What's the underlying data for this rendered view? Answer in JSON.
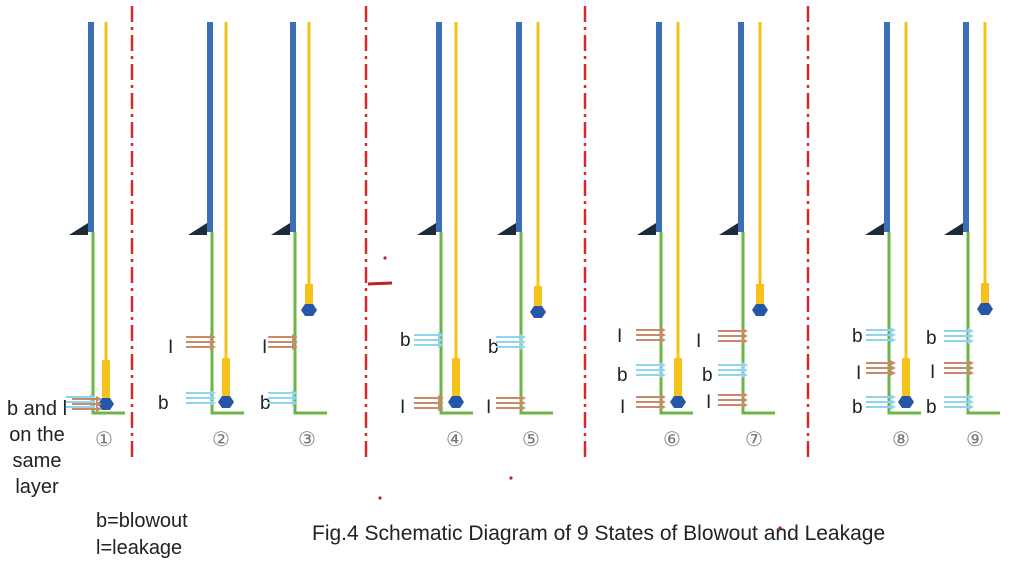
{
  "diagram": {
    "states": [
      {
        "label": "①"
      },
      {
        "label": "②"
      },
      {
        "label": "③"
      },
      {
        "label": "④"
      },
      {
        "label": "⑤"
      },
      {
        "label": "⑥"
      },
      {
        "label": "⑦"
      },
      {
        "label": "⑧"
      },
      {
        "label": "⑨"
      }
    ],
    "marker_b": "b",
    "marker_l": "l",
    "marker_l_upper": "I",
    "same_layer_note": "b and l on the same layer",
    "same_layer_note_lines": [
      "b and l",
      "on the",
      "same",
      "layer"
    ],
    "legend": [
      "b=blowout",
      "l=leakage"
    ],
    "caption": "Fig.4 Schematic Diagram of 9 States of Blowout and Leakage",
    "colors": {
      "casing_blue": "#3b6fb6",
      "pipe_yellow": "#f5c21b",
      "wall_green": "#6bb544",
      "tool_blue": "#2556a8",
      "flow_blue": "#8fd4f0",
      "flow_brown": "#c98a6a",
      "divider_red": "#d42a2a",
      "shoe_black": "#1d2a3a"
    }
  }
}
